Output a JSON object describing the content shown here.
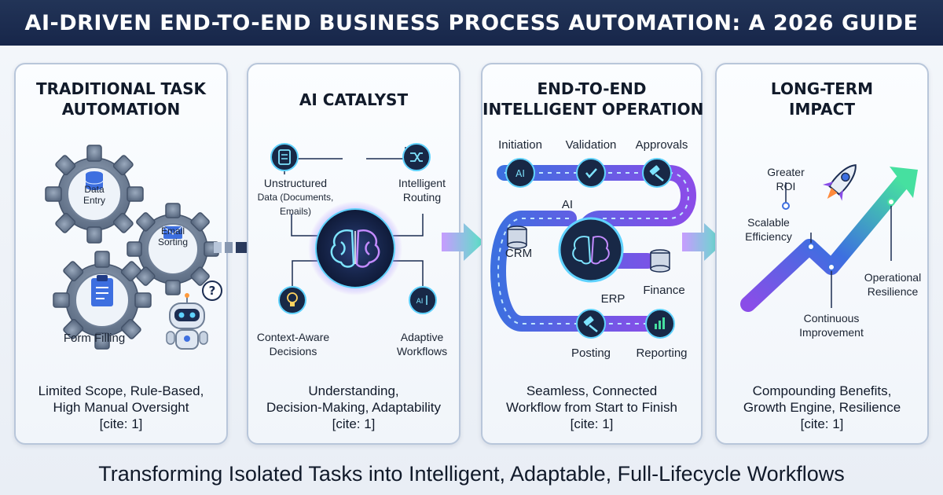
{
  "title": "AI-DRIVEN END-TO-END BUSINESS PROCESS AUTOMATION: A 2026 GUIDE",
  "tagline": "Transforming Isolated Tasks into Intelligent, Adaptable, Full-Lifecycle Workflows",
  "panels": [
    {
      "title_lines": [
        "TRADITIONAL TASK",
        "AUTOMATION"
      ],
      "items": {
        "data_entry": [
          "Data",
          "Entry"
        ],
        "email_sorting": [
          "Email",
          "Sorting"
        ],
        "form_filling": "Form Filling"
      },
      "caption_lines": [
        "Limited Scope, Rule-Based,",
        "High Manual Oversight",
        "[cite: 1]"
      ]
    },
    {
      "title_lines": [
        "AI CATALYST"
      ],
      "items": {
        "unstructured": [
          "Unstructured",
          "Data (Documents,",
          "Emails)"
        ],
        "routing": [
          "Intelligent",
          "Routing"
        ],
        "context": [
          "Context-Aware",
          "Decisions"
        ],
        "adaptive": [
          "Adaptive",
          "Workflows"
        ]
      },
      "caption_lines": [
        "Understanding,",
        "Decision-Making, Adaptability",
        "[cite: 1]"
      ]
    },
    {
      "title_lines": [
        "END-TO-END",
        "INTELLIGENT OPERATION"
      ],
      "items": {
        "initiation": "Initiation",
        "validation": "Validation",
        "approvals": "Approvals",
        "ai": "AI",
        "crm": "CRM",
        "finance": "Finance",
        "erp": "ERP",
        "posting": "Posting",
        "reporting": "Reporting"
      },
      "caption_lines": [
        "Seamless, Connected",
        "Workflow from Start to Finish",
        "[cite: 1]"
      ]
    },
    {
      "title_lines": [
        "LONG-TERM",
        "IMPACT"
      ],
      "items": {
        "roi": [
          "Greater",
          "ROI"
        ],
        "scalable": [
          "Scalable",
          "Efficiency"
        ],
        "resilience": [
          "Operational",
          "Resilience"
        ],
        "continuous": [
          "Continuous",
          "Improvement"
        ]
      },
      "caption_lines": [
        "Compounding Benefits,",
        "Growth Engine, Resilience",
        "[cite: 1]"
      ]
    }
  ],
  "icons": {
    "gear": "gear-icon",
    "database": "database-icon",
    "envelope": "envelope-icon",
    "clipboard": "clipboard-icon",
    "robot": "robot-icon",
    "brain": "brain-icon",
    "document": "document-icon",
    "shuffle": "shuffle-icon",
    "lightbulb": "lightbulb-icon",
    "gavel": "gavel-icon",
    "rocket": "rocket-icon",
    "chart": "bar-chart-icon"
  },
  "colors": {
    "header": "#1c2d52",
    "gear": "#6f7f96",
    "accent_blue": "#3d6fe0",
    "accent_purple": "#8a4de8",
    "accent_green": "#46e0a0",
    "node_dark": "#182846"
  }
}
